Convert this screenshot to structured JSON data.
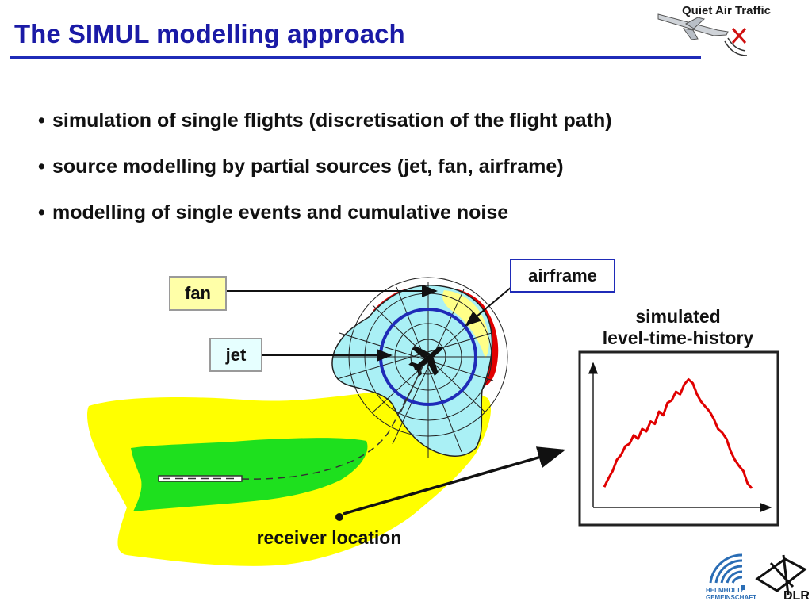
{
  "slide": {
    "title": "The SIMUL modelling approach",
    "brand_text": "Quiet Air Traffic",
    "bullets": [
      "simulation of single flights (discretisation of the flight path)",
      "source modelling by partial sources (jet, fan, airframe)",
      "modelling of single events and cumulative noise"
    ],
    "bullet_glyph": "•"
  },
  "diagram": {
    "labels": {
      "fan": "fan",
      "jet": "jet",
      "airframe": "airframe",
      "simulated_line1": "simulated",
      "simulated_line2": "level-time-history",
      "receiver": "receiver location"
    },
    "colors": {
      "title": "#1a1aa6",
      "footprint_outer": "#ffff00",
      "footprint_inner": "#1ee01e",
      "directivity_fill": "#aaf0f5",
      "directivity_accent": "#ffff88",
      "directivity_edge": "#e00000",
      "circle_blue": "#1f2bb8",
      "fan_box_fill": "#ffffa8",
      "jet_box_fill": "#e6ffff",
      "airframe_border": "#1f2bb8",
      "history_line": "#e00000"
    },
    "level_time_history": [
      0.05,
      0.12,
      0.18,
      0.27,
      0.31,
      0.38,
      0.4,
      0.47,
      0.44,
      0.52,
      0.5,
      0.58,
      0.56,
      0.66,
      0.63,
      0.73,
      0.75,
      0.82,
      0.8,
      0.88,
      0.92,
      0.89,
      0.8,
      0.74,
      0.7,
      0.66,
      0.6,
      0.52,
      0.49,
      0.44,
      0.34,
      0.27,
      0.22,
      0.18,
      0.08,
      0.04
    ]
  },
  "logos": {
    "helmholtz": "HELMHOLTZ GEMEINSCHAFT",
    "dlr": "DLR"
  }
}
